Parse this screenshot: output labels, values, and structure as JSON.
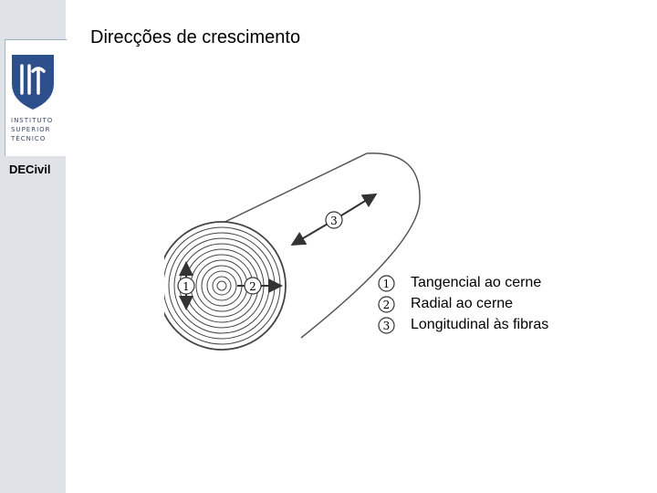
{
  "sidebar": {
    "institution_lines": [
      "INSTITUTO",
      "SUPERIOR",
      "TÉCNICO"
    ],
    "logo_letters": "IST",
    "department": "DECivil"
  },
  "title": "Direcções de crescimento",
  "figure": {
    "markers": [
      "1",
      "2",
      "3"
    ]
  },
  "legend": [
    {
      "number": "1",
      "label": "Tangencial ao cerne"
    },
    {
      "number": "2",
      "label": "Radial ao cerne"
    },
    {
      "number": "3",
      "label": "Longitudinal às fibras"
    }
  ]
}
